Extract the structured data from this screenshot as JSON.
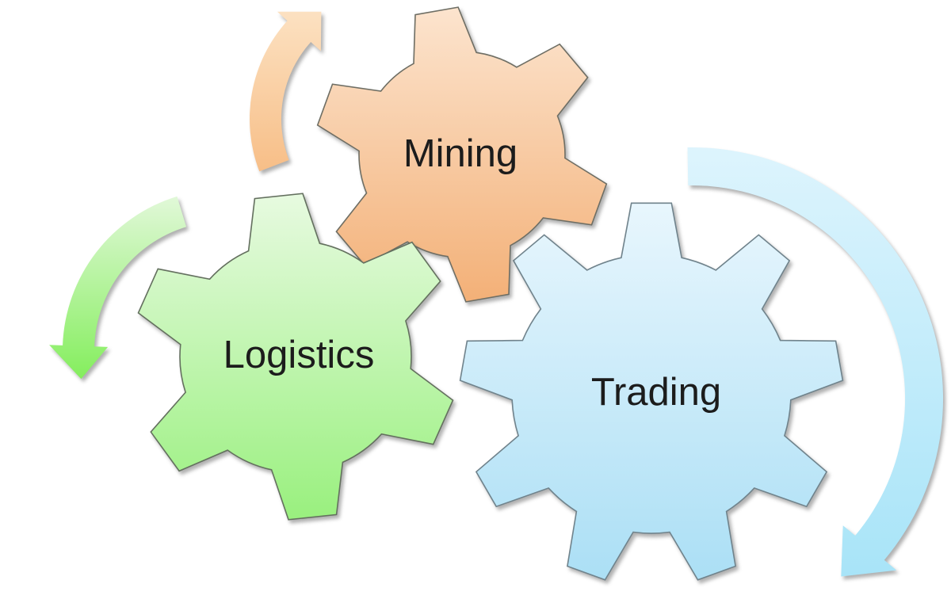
{
  "background": "#ffffff",
  "text_color": "#1c1c1c",
  "gears": [
    {
      "id": "mining",
      "label": "Mining",
      "fill_top": "#FCE4CE",
      "fill_bottom": "#F3B077",
      "stroke": "#6e6e64"
    },
    {
      "id": "logistics",
      "label": "Logistics",
      "fill_top": "#E7FAE0",
      "fill_bottom": "#99F07E",
      "stroke": "#64705f"
    },
    {
      "id": "trading",
      "label": "Trading",
      "fill_top": "#E8F6FD",
      "fill_bottom": "#ABDFF5",
      "stroke": "#70838c"
    }
  ],
  "arrows": [
    {
      "id": "mining-cycle-arrow",
      "fill_top": "#FCE1C1",
      "fill_bottom": "#F7BE87"
    },
    {
      "id": "logistics-cycle-arrow",
      "fill_top": "#E1F8D8",
      "fill_bottom": "#84EE5D"
    },
    {
      "id": "trading-cycle-arrow",
      "fill_top": "#DDF4FD",
      "fill_bottom": "#A8E4F8"
    }
  ]
}
